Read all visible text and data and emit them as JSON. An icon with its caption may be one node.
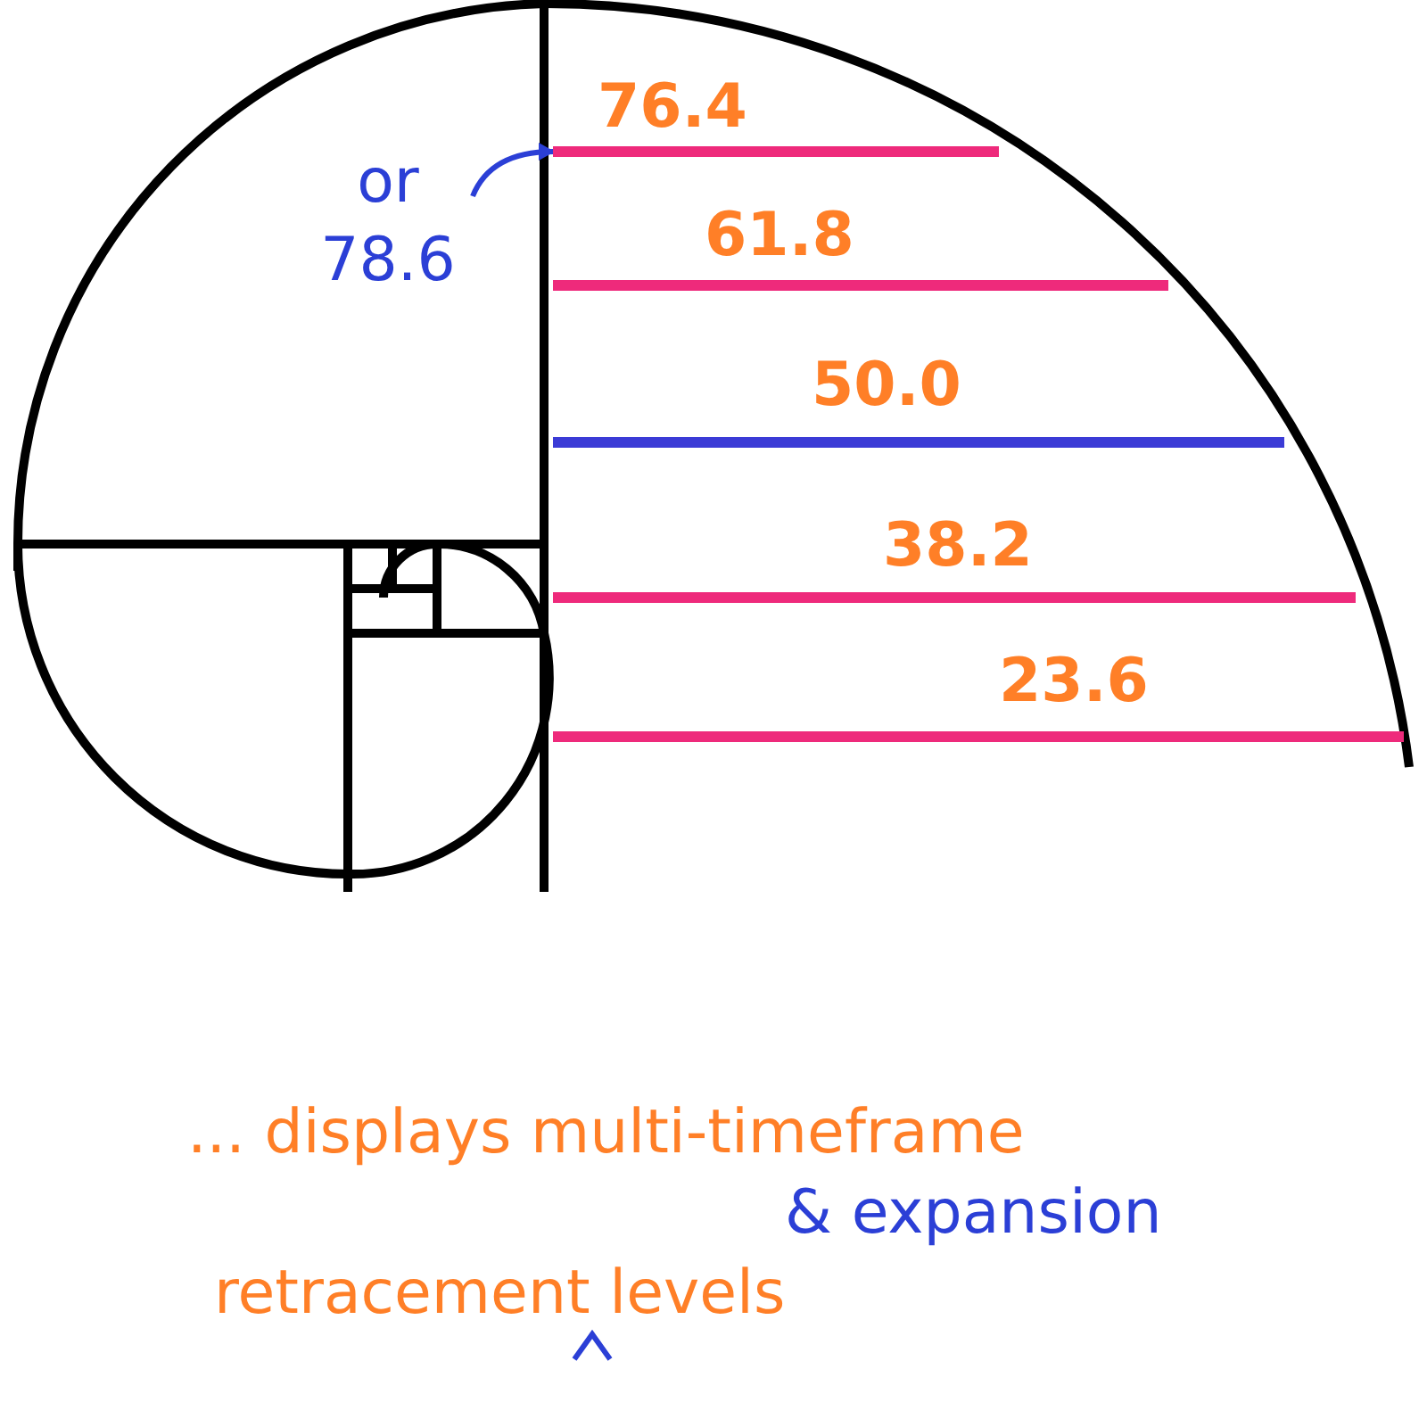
{
  "diagram": {
    "nodes": [
      {
        "text": [
          "or 78.6"
        ]
      },
      {
        "text": [],
        "shape": "bar"
      }
    ],
    "edges": [
      {
        "from": 0,
        "to": 1,
        "arrow": "to"
      }
    ],
    "labels": [
      "76.4",
      "61.8",
      "50.0",
      "38.2",
      "23.6",
      "... displays multi-timeframe",
      "& expansion",
      "retracement levels"
    ]
  }
}
